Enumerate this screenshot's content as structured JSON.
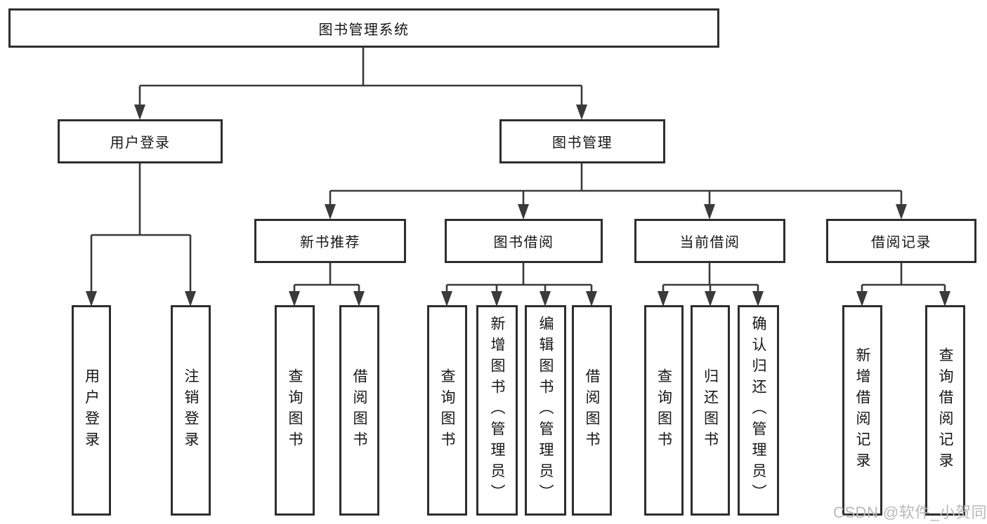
{
  "colors": {
    "bg": "#ffffff",
    "line": "#3a3a3a",
    "border": "#2e2e2e",
    "fill": "#ffffff",
    "text": "#161616",
    "watermark": "#b9b9b9"
  },
  "watermark": {
    "text": "CSDN @软件_小贺同学"
  },
  "tree": {
    "label": "图书管理系统",
    "children": [
      {
        "label": "用户登录",
        "children": [
          {
            "label": "用户登录"
          },
          {
            "label": "注销登录"
          }
        ]
      },
      {
        "label": "图书管理",
        "children": [
          {
            "label": "新书推荐",
            "children": [
              {
                "label": "查询图书"
              },
              {
                "label": "借阅图书"
              }
            ]
          },
          {
            "label": "图书借阅",
            "children": [
              {
                "label": "查询图书"
              },
              {
                "label": "新增图书（管理员）"
              },
              {
                "label": "编辑图书（管理员）"
              },
              {
                "label": "借阅图书"
              }
            ]
          },
          {
            "label": "当前借阅",
            "children": [
              {
                "label": "查询图书"
              },
              {
                "label": "归还图书"
              },
              {
                "label": "确认归还（管理员）"
              }
            ]
          },
          {
            "label": "借阅记录",
            "children": [
              {
                "label": "新增借阅记录"
              },
              {
                "label": "查询借阅记录"
              }
            ]
          }
        ]
      }
    ]
  }
}
